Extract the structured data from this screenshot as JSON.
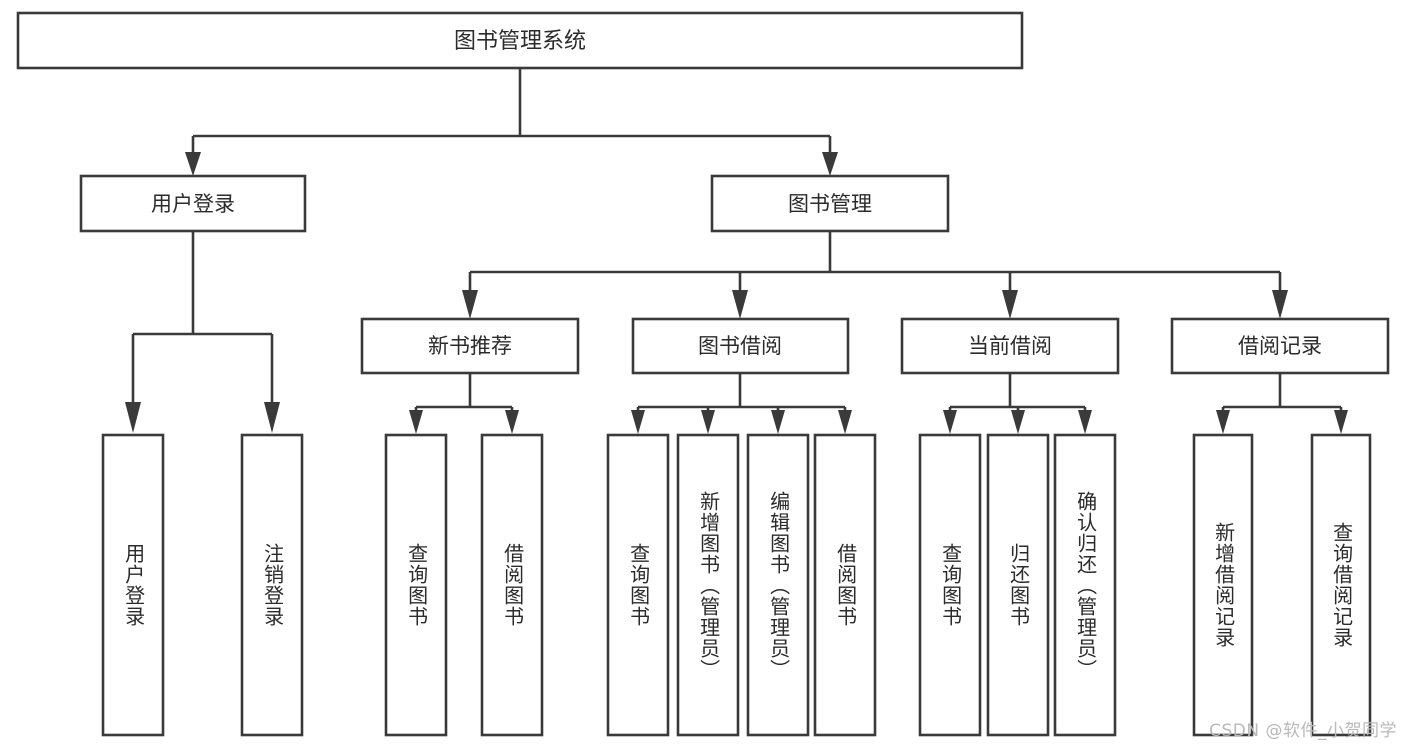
{
  "diagram": {
    "title": "图书管理系统",
    "type": "tree",
    "orientation": "top-down",
    "root": {
      "id": "root",
      "label": "图书管理系统"
    },
    "level2": [
      {
        "id": "user-login",
        "label": "用户登录"
      },
      {
        "id": "book-manage",
        "label": "图书管理"
      }
    ],
    "level3": [
      {
        "id": "new-book-recommend",
        "label": "新书推荐",
        "parent": "book-manage"
      },
      {
        "id": "book-borrow",
        "label": "图书借阅",
        "parent": "book-manage"
      },
      {
        "id": "current-borrow",
        "label": "当前借阅",
        "parent": "book-manage"
      },
      {
        "id": "borrow-record",
        "label": "借阅记录",
        "parent": "book-manage"
      }
    ],
    "leaves": [
      {
        "id": "leaf-user-login",
        "label": "用户登录",
        "parent": "user-login"
      },
      {
        "id": "leaf-logout-login",
        "label": "注销登录",
        "parent": "user-login"
      },
      {
        "id": "leaf-query-book-1",
        "label": "查询图书",
        "parent": "new-book-recommend"
      },
      {
        "id": "leaf-borrow-book-1",
        "label": "借阅图书",
        "parent": "new-book-recommend"
      },
      {
        "id": "leaf-query-book-2",
        "label": "查询图书",
        "parent": "book-borrow"
      },
      {
        "id": "leaf-add-book",
        "label": "新增图书（管理员）",
        "parent": "book-borrow"
      },
      {
        "id": "leaf-edit-book",
        "label": "编辑图书（管理员）",
        "parent": "book-borrow"
      },
      {
        "id": "leaf-borrow-book-2",
        "label": "借阅图书",
        "parent": "book-borrow"
      },
      {
        "id": "leaf-query-book-3",
        "label": "查询图书",
        "parent": "current-borrow"
      },
      {
        "id": "leaf-return-book",
        "label": "归还图书",
        "parent": "current-borrow"
      },
      {
        "id": "leaf-confirm-return",
        "label": "确认归还（管理员）",
        "parent": "current-borrow"
      },
      {
        "id": "leaf-add-record",
        "label": "新增借阅记录",
        "parent": "borrow-record"
      },
      {
        "id": "leaf-query-record",
        "label": "查询借阅记录",
        "parent": "borrow-record"
      }
    ],
    "colors": {
      "stroke": "#3a3a3a",
      "fill": "#ffffff",
      "text": "#2b2b2b",
      "background": "#ffffff",
      "watermark": "#b9b9b9"
    }
  },
  "watermark": {
    "text": "CSDN @软件_小贺同学"
  }
}
